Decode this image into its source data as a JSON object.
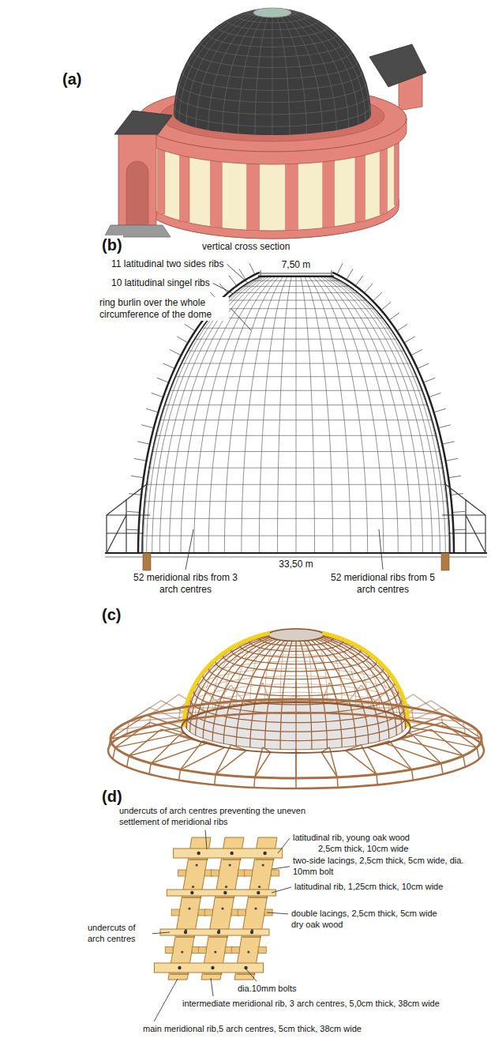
{
  "diagram": {
    "labels": [
      "(a)",
      "(b)",
      "vertical cross section",
      "11 latitudinal two sides ribs",
      "10 latitudinal singel ribs",
      "ring burlin over the whole circumference of the dome",
      "7,50 m",
      "33,50 m",
      "52 meridional ribs from 3 arch centres",
      "52 meridional ribs from 5 arch centres",
      "(c)",
      "(d)",
      "undercuts of arch centres preventing the uneven settlement of meridional ribs",
      "latitudinal rib, young oak wood",
      "2,5cm thick, 10cm wide",
      "two-side lacings, 2,5cm thick, 5cm wide, dia. 10mm bolt",
      "latitudinal rib, 1,25cm thick, 10cm wide",
      "undercuts of arch centres",
      "double lacings, 2,5cm thick, 5cm wide",
      "dry oak wood",
      "dia.10mm bolts",
      "intermediate meridional rib, 3 arch centres, 5,0cm thick, 38cm wide",
      "main meridional rib,5 arch centres, 5cm thick, 38cm wide"
    ]
  }
}
